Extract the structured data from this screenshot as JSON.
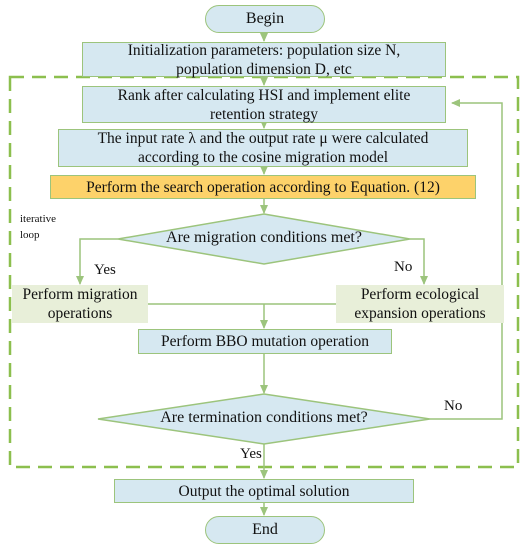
{
  "flow": {
    "begin": "Begin",
    "init_line1": "Initialization parameters: population size N,",
    "init_line2": "population dimension D, etc",
    "rank_line1": "Rank after calculating HSI and implement elite",
    "rank_line2": "retention strategy",
    "rate_line1": "The input rate λ and the output rate μ were calculated",
    "rate_line2": "according to the cosine migration model",
    "search": "Perform the search operation according to Equation. (12)",
    "loop_label_line1": "iterative",
    "loop_label_line2": "loop",
    "migration_decision": "Are migration conditions met?",
    "yes_label": "Yes",
    "no_label": "No",
    "migration_line1": "Perform migration",
    "migration_line2": "operations",
    "ecological_line1": "Perform ecological",
    "ecological_line2": "expansion operations",
    "mutation": "Perform BBO mutation operation",
    "termination_decision": "Are termination conditions met?",
    "termination_no": "No",
    "termination_yes": "Yes",
    "output": "Output the optimal solution",
    "end": "End"
  },
  "colors": {
    "node_fill": "#d6e8f1",
    "node_border": "#9cc47c",
    "highlight_fill": "#fdd26a",
    "branch_fill": "#e8efd9",
    "connector": "#9cc47c",
    "loop_border": "#8cbf4e"
  }
}
